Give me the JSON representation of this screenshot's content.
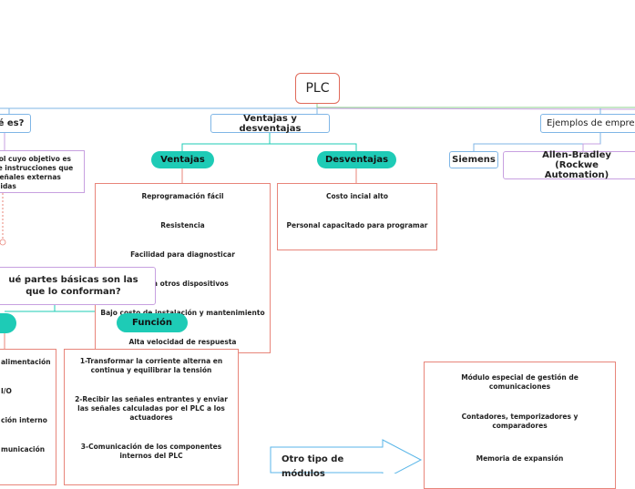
{
  "root": {
    "label": "PLC"
  },
  "topics": {
    "que_es": {
      "label": "é es?"
    },
    "ventajas_desventajas": {
      "label": "Ventajas y desventajas"
    },
    "ejemplos": {
      "label": "Ejemplos de empres"
    },
    "partes": {
      "label": "ué partes básicas son las que lo conforman?"
    },
    "otro_modulos": {
      "label": "Otro tipo de módulos"
    }
  },
  "que_es_desc": {
    "lines": [
      "rol cuyo objetivo es",
      "le instrucciones que",
      "señales externas",
      "bidas"
    ]
  },
  "ejemplos_items": [
    {
      "label": "Siemens"
    },
    {
      "label": "Allen-Bradley (Rockwe Automation)"
    }
  ],
  "pills": {
    "ventajas": "Ventajas",
    "desventajas": "Desventajas",
    "funcion": "Función"
  },
  "ventajas_list": [
    "Reprogramación fácil",
    "Resistencia",
    "Facilidad para diagnosticar",
    "n con otros dispositivos",
    "Bajo costo de instalación y mantenimiento",
    "Alta velocidad de respuesta"
  ],
  "desventajas_list": [
    "Costo incial alto",
    "Personal capacitado para programar"
  ],
  "partes_list": [
    "alimentación",
    "I/O",
    "ción interno",
    "municación"
  ],
  "funcion_list": [
    "1-Transformar la corriente alterna en continua y equilibrar la tensión",
    "2-Recibir las señales entrantes y enviar las señales calculadas por el PLC a los actuadores",
    "3-Comunicación de los componentes internos del PLC"
  ],
  "otros_list": [
    "Módulo especial de gestión de comunicaciones",
    "Contadores, temporizadores y comparadores",
    "Memoria de expansión"
  ],
  "colors": {
    "root_border": "#e06a5a",
    "topic_border": "#7fb6e6",
    "pill": "#1ecbb6",
    "list_border": "#e8857a",
    "branch_purple": "#c7a0e0",
    "branch_green": "#8fd18f"
  }
}
